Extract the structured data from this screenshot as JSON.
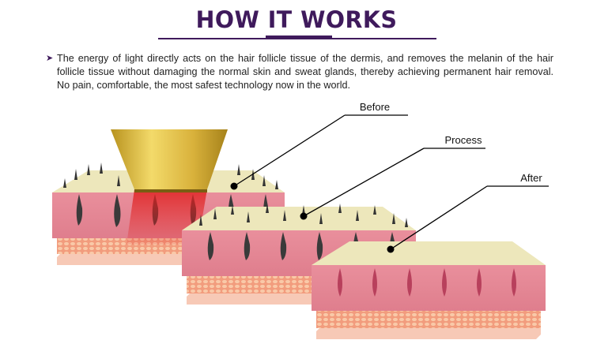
{
  "header": {
    "title": "HOW IT WORKS"
  },
  "description": {
    "bullet_icon": "arrow-bullet-icon",
    "text": "The energy of light directly acts on the hair follicle tissue of the dermis, and removes the melanin of the hair follicle tissue without damaging the normal skin and sweat glands, thereby achieving permanent hair removal. No pain, comfortable, the most safest technology now in the world."
  },
  "stages": [
    {
      "label": "Before"
    },
    {
      "label": "Process"
    },
    {
      "label": "After"
    }
  ],
  "colors": {
    "title": "#3f1a5c",
    "epidermis": "#ece6b8",
    "dermis": "#e58e9a",
    "fat": "#f2a88c",
    "laser_head": "#d8b441",
    "laser_light": "#e03030",
    "hair": "#333333",
    "follicle_after": "#b8405c"
  }
}
